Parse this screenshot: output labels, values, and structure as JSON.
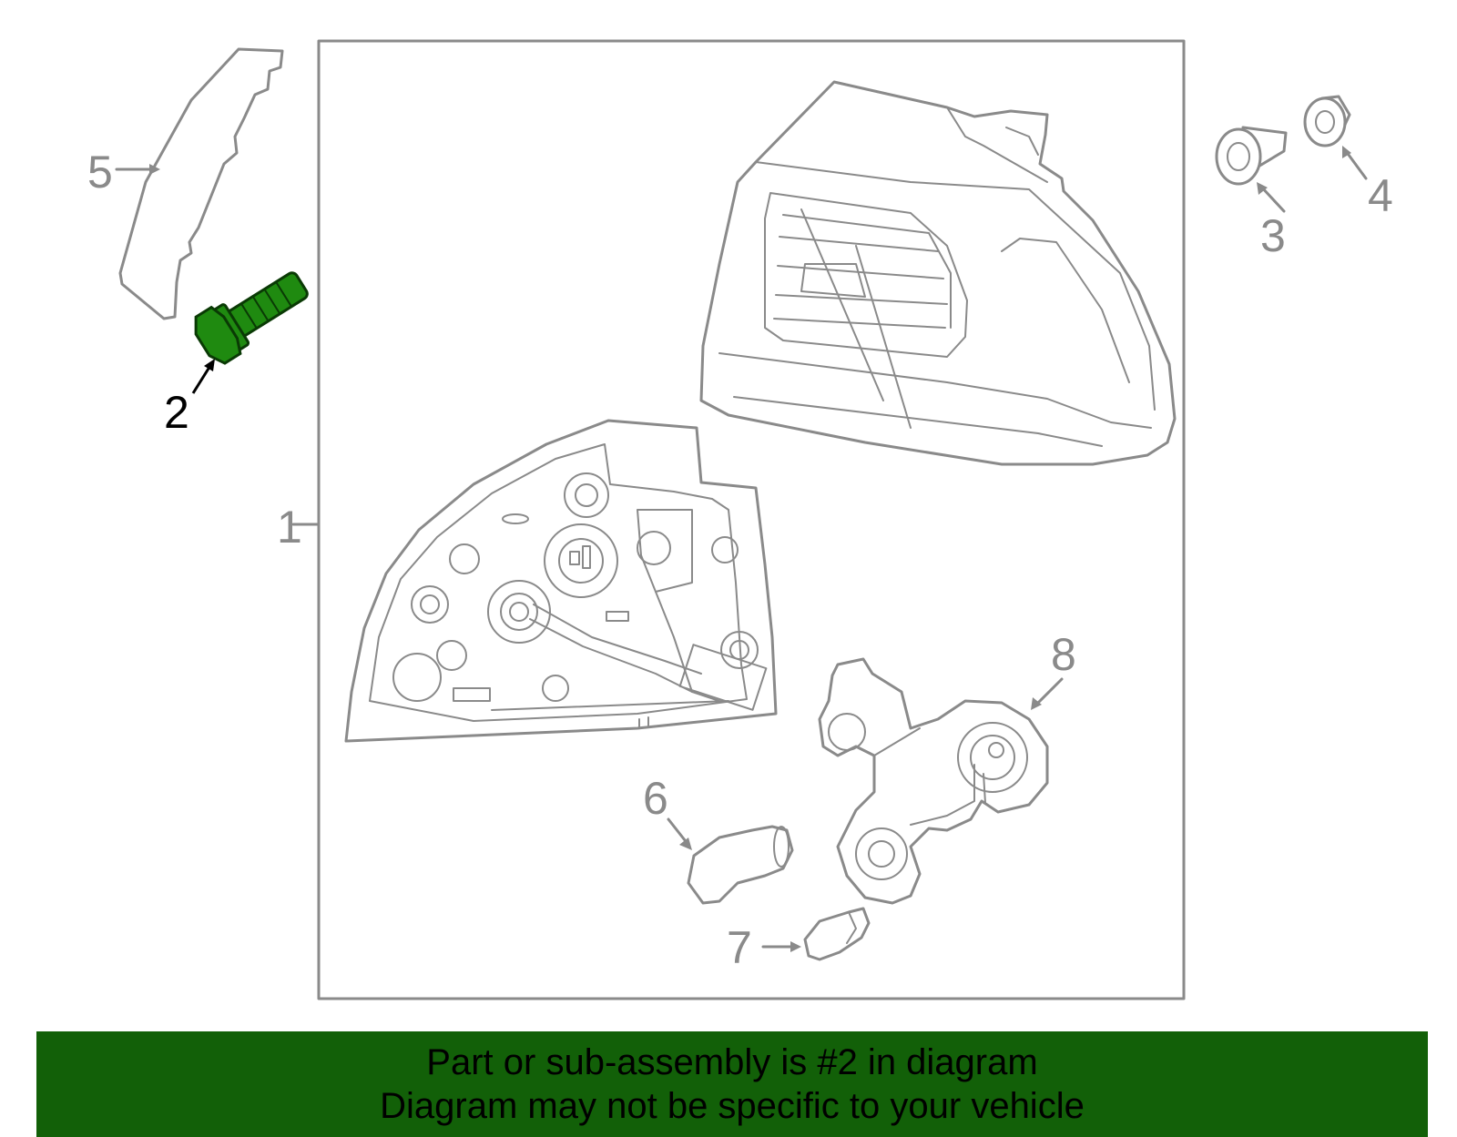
{
  "diagram": {
    "callouts": [
      {
        "id": "1",
        "label": "1",
        "highlighted": false
      },
      {
        "id": "2",
        "label": "2",
        "highlighted": true
      },
      {
        "id": "3",
        "label": "3",
        "highlighted": false
      },
      {
        "id": "4",
        "label": "4",
        "highlighted": false
      },
      {
        "id": "5",
        "label": "5",
        "highlighted": false
      },
      {
        "id": "6",
        "label": "6",
        "highlighted": false
      },
      {
        "id": "7",
        "label": "7",
        "highlighted": false
      },
      {
        "id": "8",
        "label": "8",
        "highlighted": false
      }
    ],
    "colors": {
      "line": "#8a8a8a",
      "highlight_part": "#1f8a10",
      "banner_bg": "#126008",
      "highlight_label": "#000000"
    }
  },
  "banner": {
    "line1": "Part or sub-assembly is #2 in diagram",
    "line2": "Diagram may not be specific to your vehicle"
  }
}
